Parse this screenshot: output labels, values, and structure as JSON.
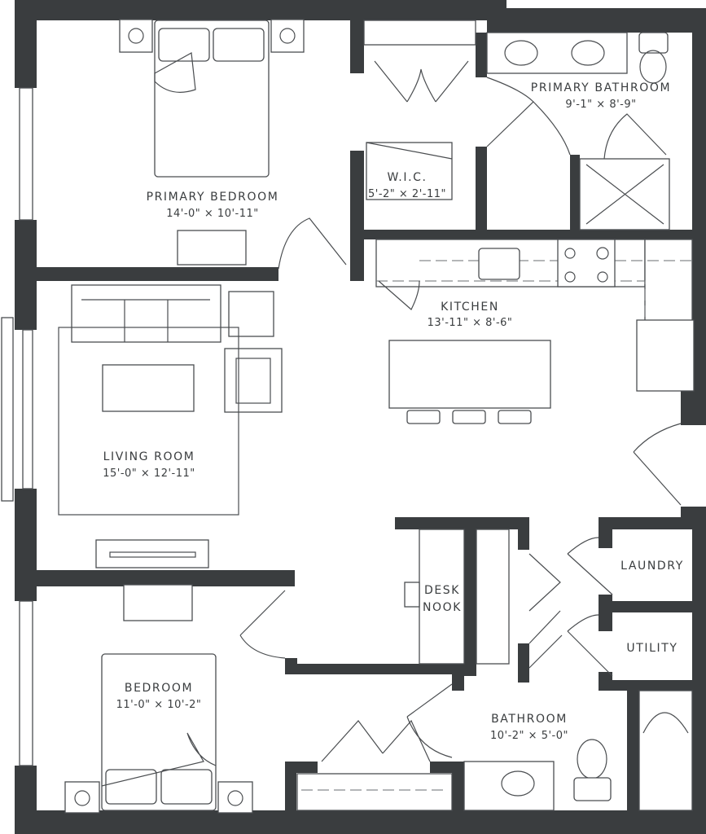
{
  "rooms": {
    "primary_bedroom": {
      "name": "PRIMARY BEDROOM",
      "size": "14'-0\" × 10'-11\""
    },
    "primary_bathroom": {
      "name": "PRIMARY BATHROOM",
      "size": "9'-1\" × 8'-9\""
    },
    "wic": {
      "name": "W.I.C.",
      "size": "5'-2\" × 2'-11\""
    },
    "kitchen": {
      "name": "KITCHEN",
      "size": "13'-11\" × 8'-6\""
    },
    "living_room": {
      "name": "LIVING ROOM",
      "size": "15'-0\" × 12'-11\""
    },
    "desk_nook": {
      "line1": "DESK",
      "line2": "NOOK"
    },
    "laundry": {
      "name": "LAUNDRY"
    },
    "utility": {
      "name": "UTILITY"
    },
    "bedroom": {
      "name": "BEDROOM",
      "size": "11'-0\" × 10'-2\""
    },
    "bathroom": {
      "name": "BATHROOM",
      "size": "10'-2\" × 5'-0\""
    }
  },
  "colors": {
    "wall": "#3a3d3f",
    "line": "#4a4d50"
  }
}
